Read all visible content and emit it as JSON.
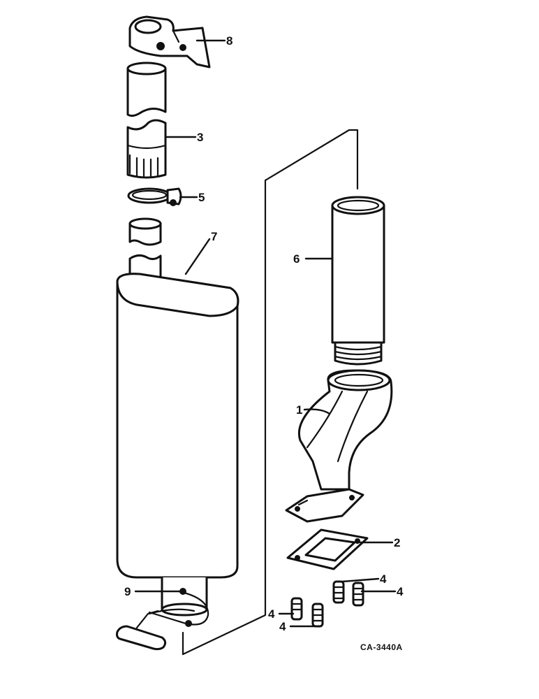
{
  "callouts": {
    "c8": "8",
    "c3": "3",
    "c5": "5",
    "c7": "7",
    "c6": "6",
    "c1": "1",
    "c2": "2",
    "c4a": "4",
    "c4b": "4",
    "c4c": "4",
    "c4d": "4",
    "c9": "9"
  },
  "drawing_code": "CA-3440A"
}
